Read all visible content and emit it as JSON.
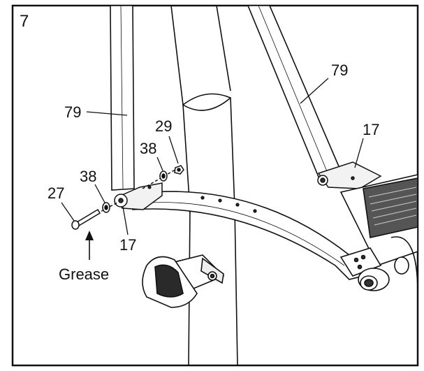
{
  "step_number": "7",
  "callouts": {
    "rear_leg_left": "79",
    "rear_leg_right": "79",
    "nut": "29",
    "washer_upper": "38",
    "washer_lower": "38",
    "bolt": "27",
    "link_arm_left": "17",
    "link_arm_right": "17"
  },
  "grease_label": "Grease",
  "colors": {
    "line": "#111111",
    "fill": "#ffffff",
    "shade": "#e6e6e6",
    "dark": "#333333"
  }
}
